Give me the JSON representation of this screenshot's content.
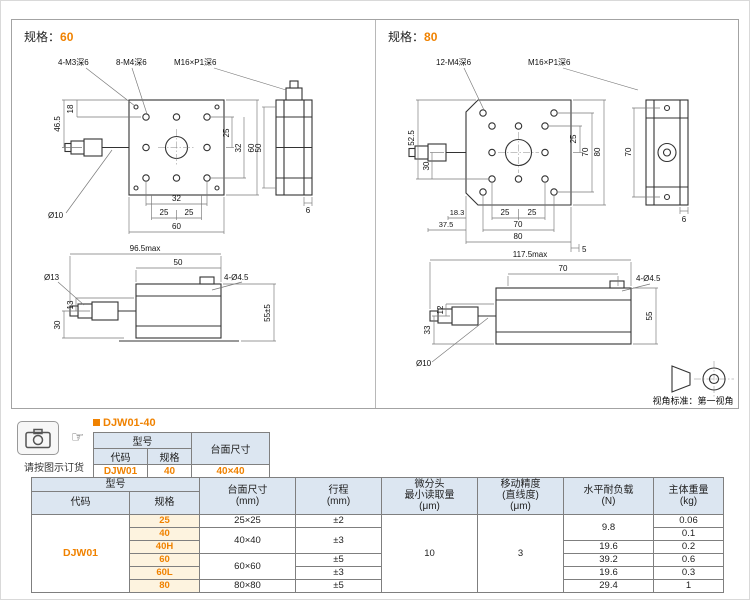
{
  "colors": {
    "accent": "#f08200",
    "header_bg": "#dce6f1",
    "spec_bg": "#fdf3df"
  },
  "panels": [
    {
      "title_label": "规格：",
      "title_value": "60"
    },
    {
      "title_label": "规格：",
      "title_value": "80"
    }
  ],
  "drawing60": {
    "labels": {
      "m3": "4-M3深6",
      "m4": "8-M4深6",
      "thread": "M16×P1深6",
      "h465": "46.5",
      "h18": "18",
      "r25": "25",
      "r32": "32",
      "r60": "60",
      "b32": "32",
      "b25a": "25",
      "b25b": "25",
      "b60": "60",
      "dia10": "Ø10",
      "s50": "50",
      "s6": "6",
      "v965": "96.5max",
      "v50": "50",
      "v45": "4-Ø4.5",
      "dia13": "Ø13",
      "v30": "30",
      "v13": "13",
      "v55": "55±5"
    }
  },
  "drawing80": {
    "labels": {
      "m4": "12-M4深6",
      "thread": "M16×P1深6",
      "h525": "52.5",
      "h30": "30",
      "r25": "25",
      "r70": "70",
      "r80": "80",
      "b25a": "25",
      "b25b": "25",
      "b70": "70",
      "b80": "80",
      "b183": "18.3",
      "b375": "37.5",
      "b5": "5",
      "s70": "70",
      "s6": "6",
      "v1175": "117.5max",
      "v70": "70",
      "v45": "4-Ø4.5",
      "v33": "33",
      "v12": "12",
      "v55": "55",
      "dia10": "Ø10"
    }
  },
  "view_standard": "视角标准：第一视角",
  "order": {
    "note": "请按图示订货",
    "heading": "DJW01-40",
    "table": {
      "model": "型号",
      "code": "代码",
      "spec": "规格",
      "size": "台面尺寸",
      "row": {
        "code": "DJW01",
        "spec": "40",
        "size": "40×40"
      }
    }
  },
  "spec_table": {
    "header": {
      "model": "型号",
      "code": "代码",
      "spec": "规格",
      "size": "台面尺寸\n(mm)",
      "stroke": "行程\n(mm)",
      "reading": "微分头\n最小读取量\n(μm)",
      "accuracy": "移动精度\n(直线度)\n(μm)",
      "load": "水平耐负载\n(N)",
      "weight": "主体重量\n(kg)"
    },
    "code": "DJW01",
    "specs": [
      "25",
      "40",
      "40H",
      "60",
      "60L",
      "80"
    ],
    "sizes": [
      "25×25",
      "40×40",
      "60×60",
      "80×80"
    ],
    "strokes": [
      "±2",
      "±3",
      "±5",
      "±3",
      "±5"
    ],
    "reading": "10",
    "accuracy": "3",
    "loads": [
      "9.8",
      "19.6",
      "39.2",
      "19.6",
      "29.4"
    ],
    "weights": [
      "0.06",
      "0.1",
      "0.2",
      "0.6",
      "0.3",
      "1"
    ]
  }
}
